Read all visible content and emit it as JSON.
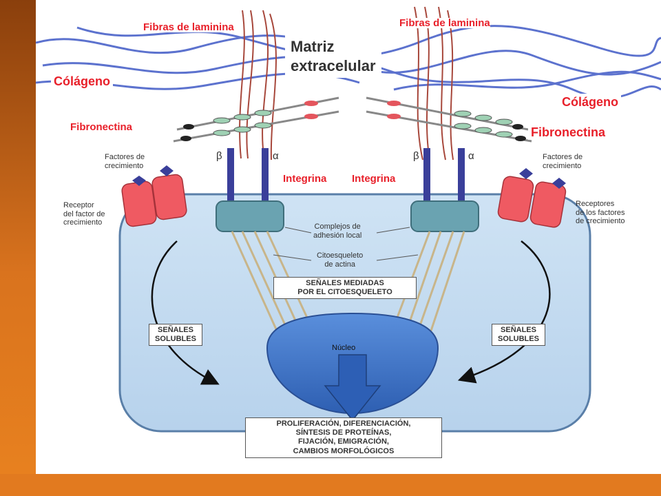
{
  "labels": {
    "laminin_left": "Fibras de laminina",
    "laminin_right": "Fibras de laminina",
    "matrix_line1": "Matriz",
    "matrix_line2": "extracelular",
    "collagen_left": "Cólágeno",
    "collagen_right": "Cólágeno",
    "fibronectin_left": "Fibronectina",
    "fibronectin_right": "Fibronectina",
    "integrin_left": "Integrina",
    "integrin_right": "Integrina",
    "beta_left": "β",
    "alpha_left": "α",
    "beta_right": "β",
    "alpha_right": "α",
    "growth_factors_left_1": "Factores de",
    "growth_factors_left_2": "crecimiento",
    "growth_factors_right_1": "Factores de",
    "growth_factors_right_2": "crecimiento",
    "receptor_left_1": "Receptor",
    "receptor_left_2": "del factor de",
    "receptor_left_3": "crecimiento",
    "receptor_right_1": "Receptores",
    "receptor_right_2": "de los factores",
    "receptor_right_3": "de crecimiento",
    "adhesion_1": "Complejos de",
    "adhesion_2": "adhesión local",
    "cytoskeleton_1": "Citoesqueleto",
    "cytoskeleton_2": "de actina",
    "signals_cyto_1": "SEÑALES MEDIADAS",
    "signals_cyto_2": "POR EL CITOESQUELETO",
    "soluble_left_1": "SEÑALES",
    "soluble_left_2": "SOLUBLES",
    "soluble_right_1": "SEÑALES",
    "soluble_right_2": "SOLUBLES",
    "nucleus": "Núcleo",
    "outcome_1": "PROLIFERACIÓN, DIFERENCIACIÓN,",
    "outcome_2": "SÍNTESIS DE PROTEÍNAS,",
    "outcome_3": "FIJACIÓN, EMIGRACIÓN,",
    "outcome_4": "CAMBIOS MORFOLÓGICOS"
  },
  "colors": {
    "frame_orange": "#e27a1f",
    "label_red": "#e8202a",
    "cell_fill": "#d3e6f5",
    "nucleus_blue": "#3a6fc4",
    "receptor_red": "#ef5a62",
    "integrin_blue": "#3a3f9a",
    "adhesion_teal": "#6aa3b1"
  }
}
